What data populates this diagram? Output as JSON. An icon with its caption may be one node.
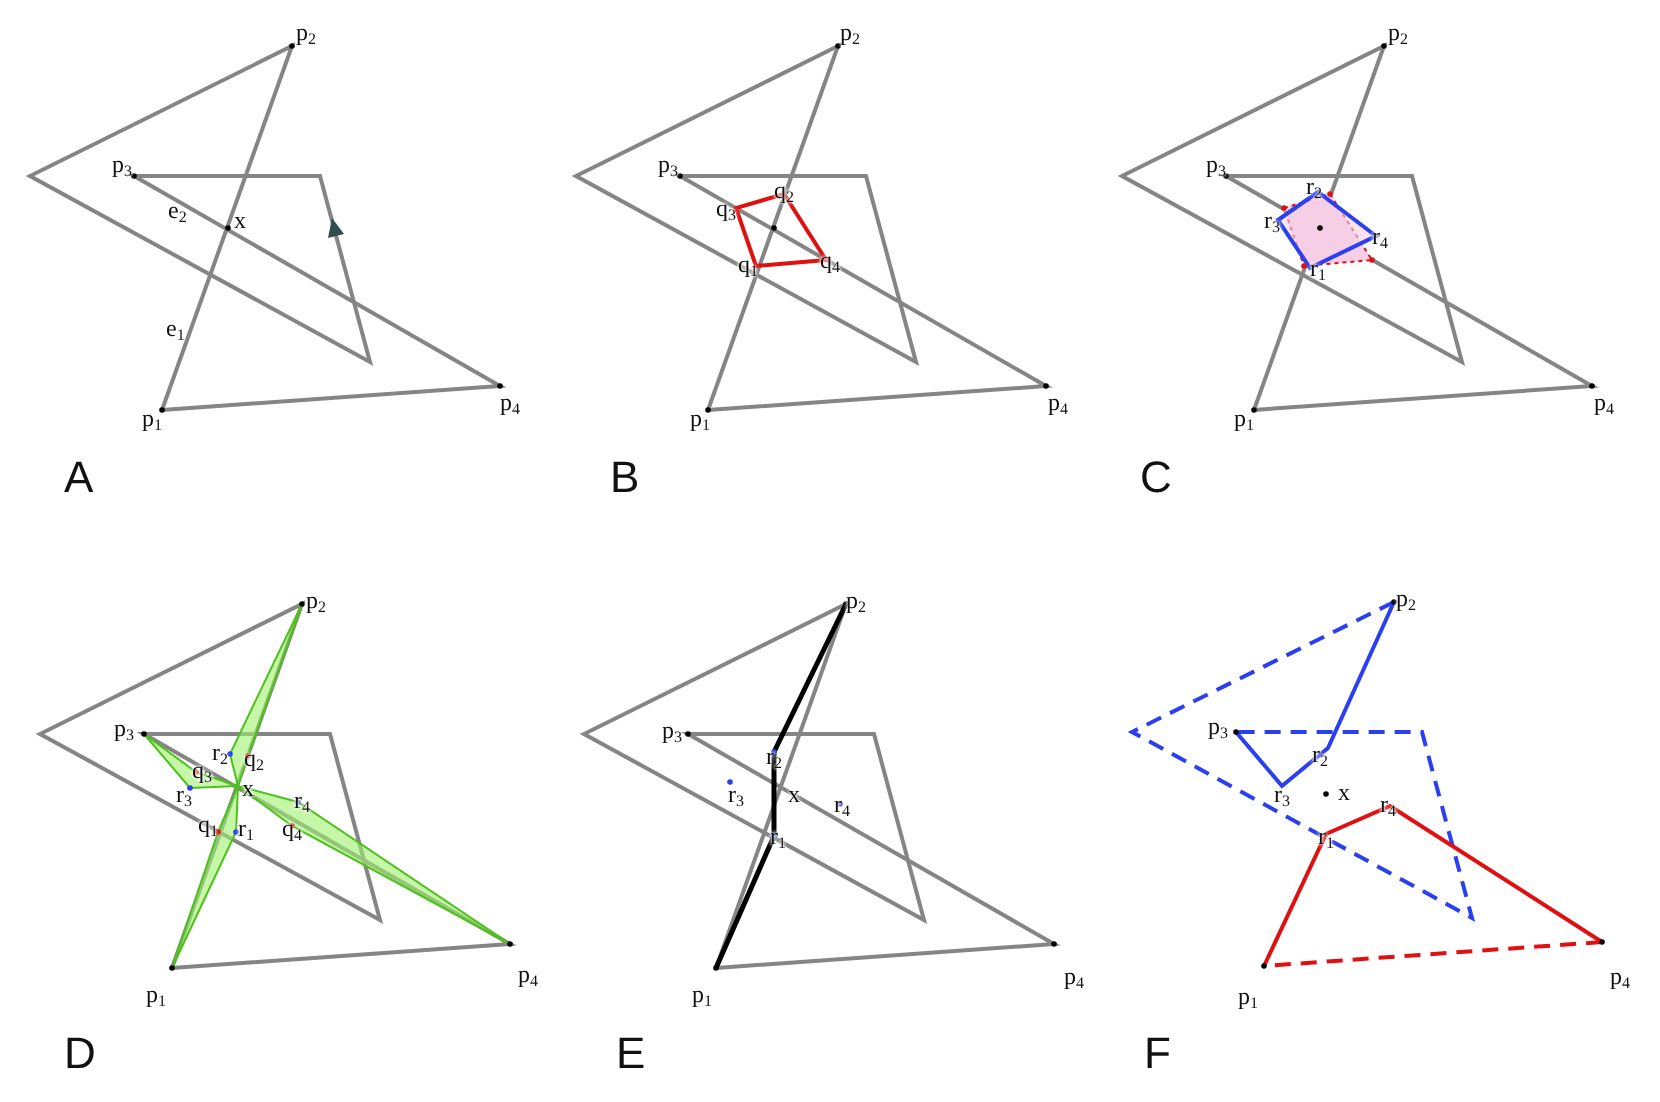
{
  "diagram": {
    "labels": [
      "p$_{2}$",
      "p$_{3}$",
      "e$_{2}$",
      "x",
      "e$_{1}$",
      "p$_{1}$",
      "p$_{4}$",
      "A",
      "p$_{2}$",
      "p$_{3}$",
      "q$_{2}$",
      "q$_{3}$",
      "q$_{1}$",
      "q$_{4}$",
      "p$_{1}$",
      "p$_{4}$",
      "B",
      "p$_{2}$",
      "p$_{3}$",
      "r$_{2}$",
      "r$_{3}$",
      "r$_{4}$",
      "r$_{1}$",
      "p$_{1}$",
      "p$_{4}$",
      "C",
      "p$_{2}$",
      "p$_{3}$",
      "r$_{2}$",
      "q$_{2}$",
      "q$_{3}$",
      "r$_{3}$",
      "x",
      "r$_{4}$",
      "q$_{1}$",
      "r$_{1}$",
      "q$_{4}$",
      "p$_{1}$",
      "p$_{4}$",
      "D",
      "p$_{2}$",
      "p$_{3}$",
      "r$_{2}$",
      "r$_{3}$",
      "x",
      "r$_{4}$",
      "r$_{1}$",
      "p$_{1}$",
      "p$_{4}$",
      "E",
      "p$_{2}$",
      "p$_{3}$",
      "r$_{2}$",
      "r$_{3}$",
      "x",
      "r$_{4}$",
      "r$_{1}$",
      "p$_{1}$",
      "p$_{4}$",
      "F"
    ]
  }
}
